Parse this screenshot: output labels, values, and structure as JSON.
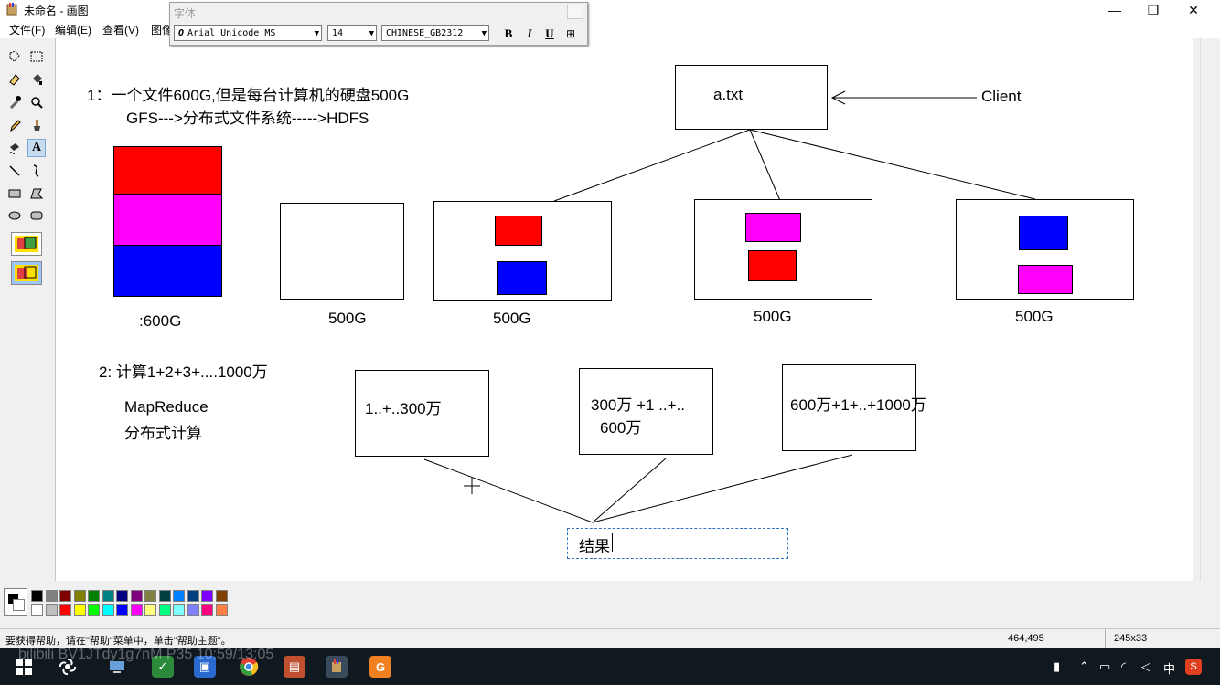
{
  "window": {
    "title": "未命名 - 画图",
    "minimize_glyph": "—",
    "restore_glyph": "❐",
    "close_glyph": "✕"
  },
  "menu": {
    "items": [
      "文件(F)",
      "编辑(E)",
      "查看(V)",
      "图像"
    ]
  },
  "font_toolbar": {
    "title": "字体",
    "font_name": "Arial Unicode MS",
    "font_size": "14",
    "charset": "CHINESE_GB2312",
    "bold": "B",
    "italic": "I",
    "underline": "U",
    "vertical": "⊞"
  },
  "canvas": {
    "section1_line1": "1：一个文件600G,但是每台计算机的硬盘500G",
    "section1_line2": "GFS--->分布式文件系统----->HDFS",
    "file_label": "a.txt",
    "client_label": "Client",
    "file_size_label": ":600G",
    "disk_labels": [
      "500G",
      "500G",
      "500G",
      "500G"
    ],
    "section2_title": "2: 计算1+2+3+....1000万",
    "mapreduce_label": "MapReduce",
    "mapreduce_sub": "分布式计算",
    "task1": "1..+..300万",
    "task2_line1": "300万 +1 ..+..",
    "task2_line2": "600万",
    "task3": "600万+1+..+1000万",
    "result_label": "结果",
    "colors": {
      "red": "#ff0000",
      "magenta": "#ff00ff",
      "blue": "#0000ff"
    }
  },
  "palette": {
    "row1": [
      "#000000",
      "#808080",
      "#800000",
      "#808000",
      "#008000",
      "#008080",
      "#000080",
      "#800080",
      "#808040",
      "#004040",
      "#0080ff",
      "#004080",
      "#8000ff",
      "#804000"
    ],
    "row2": [
      "#ffffff",
      "#c0c0c0",
      "#ff0000",
      "#ffff00",
      "#00ff00",
      "#00ffff",
      "#0000ff",
      "#ff00ff",
      "#ffff80",
      "#00ff80",
      "#80ffff",
      "#8080ff",
      "#ff0080",
      "#ff8040"
    ]
  },
  "status": {
    "help": "要获得帮助，请在\"帮助\"菜单中，单击\"帮助主题\"。",
    "coords": "464,495",
    "size": "245x33"
  },
  "taskbar": {
    "ime": "中",
    "clock_hint": "",
    "overlay": "bilibili BV1JTdy1g7nM P35 10:59/13:05"
  }
}
